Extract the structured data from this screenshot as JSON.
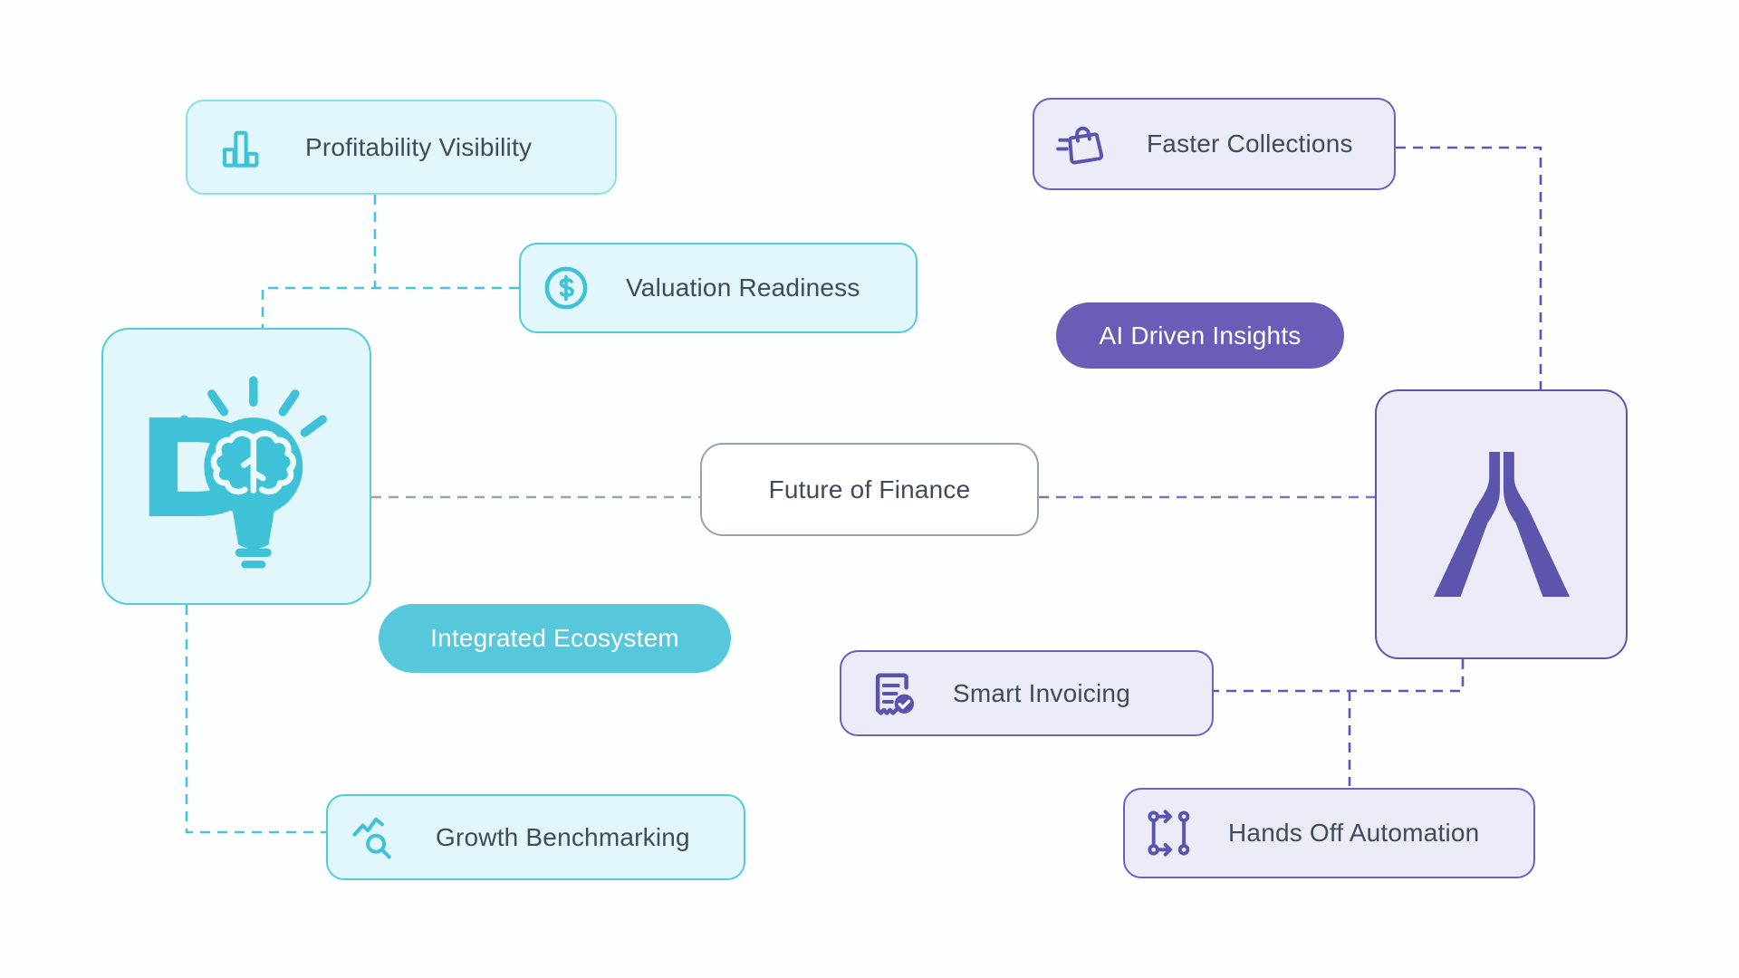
{
  "diagram_title": "Future of Finance feature map",
  "colors": {
    "background": "#fdfefe",
    "text": "#414a59",
    "teal": "#3fc2d7",
    "tealBg": "#e2f7fb",
    "tealBorder": "#54cbdc",
    "tealBorderLight": "#8adee9",
    "tealPill": "#57c7db",
    "purple": "#5b54ae",
    "purpleBg": "#ecebf8",
    "purpleBorder": "#6a61c0",
    "purpleDeep": "#5d55ab",
    "purplePill": "#695db8",
    "neutralBorder": "#98a1b0",
    "connTeal": "#4fc1d5",
    "connPurple": "#5e57af",
    "connGrayLeft": "#98a4ae",
    "connGrayRight": "#7b77b3"
  },
  "nodes": {
    "profitability": {
      "label": "Profitability Visibility",
      "icon": "bar-chart-icon"
    },
    "valuation": {
      "label": "Valuation Readiness",
      "icon": "dollar-circle-icon"
    },
    "brandLeft": {
      "label": "",
      "icon": "lightbulb-brain-logo-icon"
    },
    "integrated": {
      "label": "Integrated Ecosystem"
    },
    "growth": {
      "label": "Growth Benchmarking",
      "icon": "trend-search-icon"
    },
    "future": {
      "label": "Future of Finance"
    },
    "faster": {
      "label": "Faster Collections",
      "icon": "shopping-bag-icon"
    },
    "ai": {
      "label": "AI Driven Insights"
    },
    "brandRight": {
      "label": "",
      "icon": "converge-logo-icon"
    },
    "smart": {
      "label": "Smart Invoicing",
      "icon": "invoice-check-icon"
    },
    "hands": {
      "label": "Hands Off Automation",
      "icon": "workflow-icon"
    }
  }
}
